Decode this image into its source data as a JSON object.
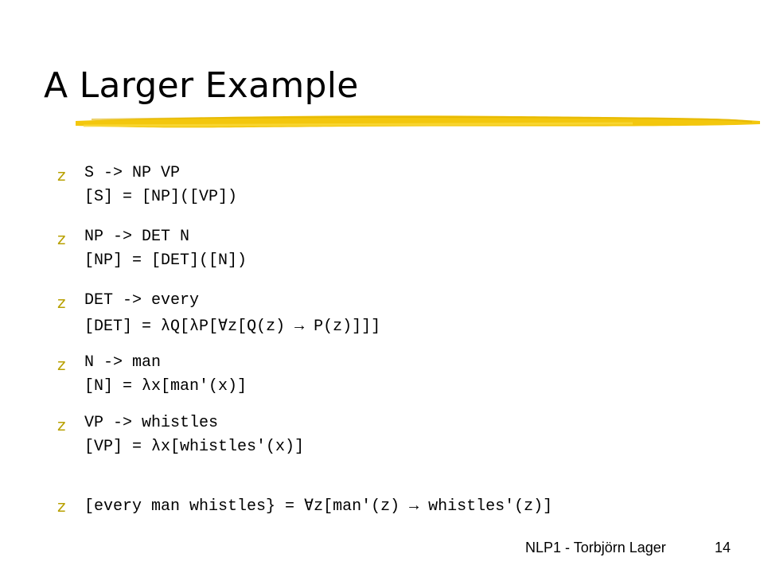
{
  "slide": {
    "title": "A Larger Example",
    "bullet_glyph": "z",
    "rules": [
      {
        "line1": "S -> NP VP",
        "line2": "[S] = [NP]([VP])"
      },
      {
        "line1": "NP -> DET N",
        "line2": "[NP] = [DET]([N])"
      },
      {
        "line1": "DET -> every",
        "line2": "[DET] = λQ[λP[∀z[Q(z) → P(z)]]]"
      },
      {
        "line1": "N -> man",
        "line2": "[N] = λx[man'(x)]"
      },
      {
        "line1": "VP -> whistles",
        "line2": "[VP] = λx[whistles'(x)]"
      },
      {
        "line1": "[every man whistles} = ∀z[man'(z) → whistles'(z)]"
      }
    ],
    "footer": "NLP1 - Torbjörn Lager",
    "page_number": "14"
  },
  "colors": {
    "underline": "#f2c400",
    "bullet": "#b8a000"
  }
}
